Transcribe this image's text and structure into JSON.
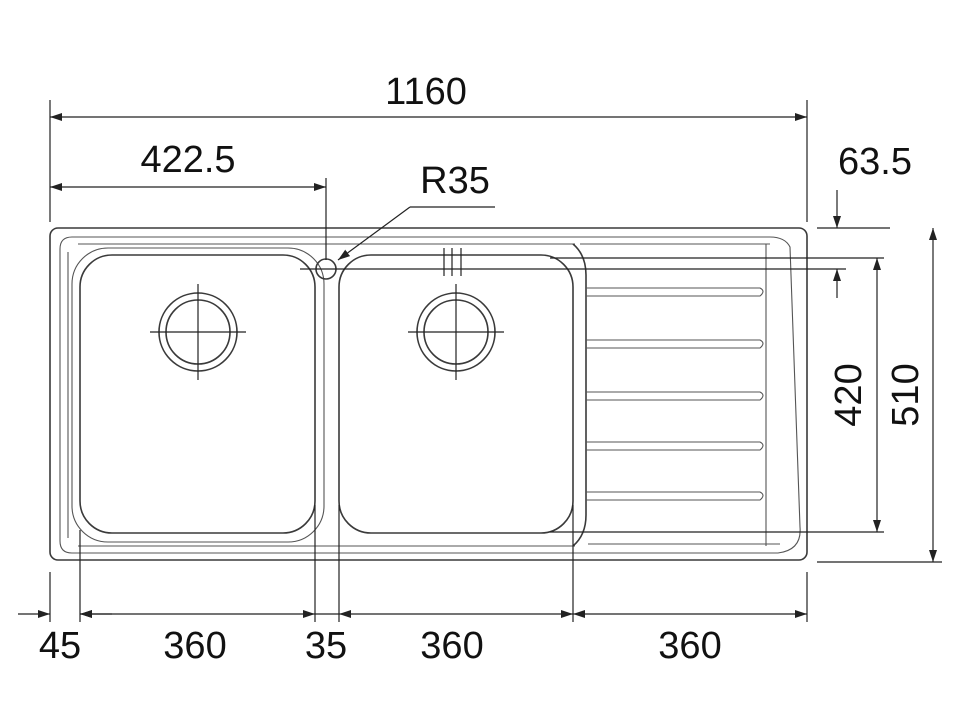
{
  "dimensions": {
    "overall_width": "1160",
    "tap_hole_offset": "422.5",
    "tap_hole_radius": "R35",
    "rim_offset": "63.5",
    "bowl_depth": "420",
    "overall_depth": "510",
    "left_margin": "45",
    "bowl_left_width": "360",
    "bowl_gap": "35",
    "bowl_right_width": "360",
    "drainer_width": "360"
  },
  "colors": {
    "line": "#3a3a3a",
    "dimension": "#222222",
    "text": "#111111",
    "background": "#ffffff"
  }
}
